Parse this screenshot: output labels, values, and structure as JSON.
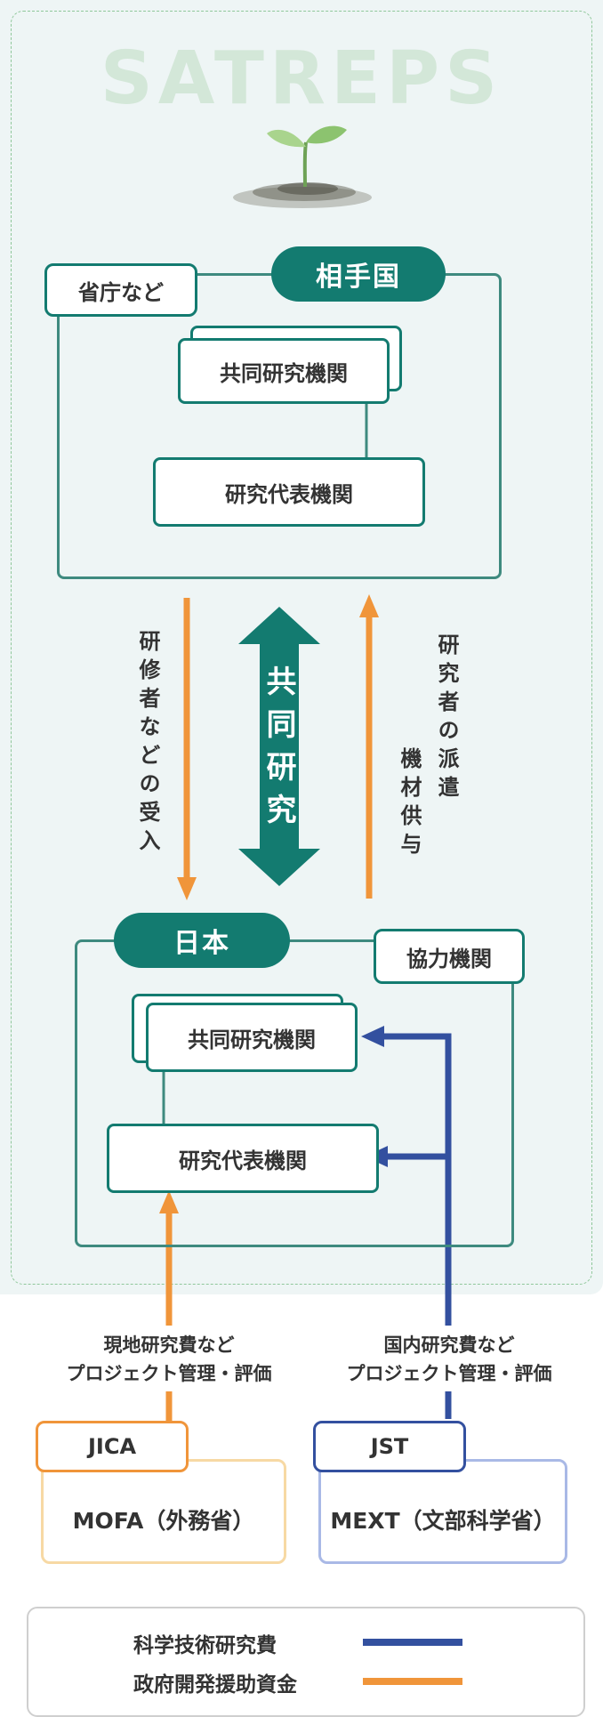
{
  "watermark": "SATREPS",
  "partner": {
    "title": "相手国",
    "ministry": "省庁など",
    "joint": "共同研究機関",
    "lead": "研究代表機関"
  },
  "japan": {
    "title": "日本",
    "cooperating": "協力機関",
    "joint": "共同研究機関",
    "lead": "研究代表機関"
  },
  "flows": {
    "down_left": "研修者などの受入",
    "center": "共同研究",
    "up_right_1": "研究者の派遣",
    "up_right_2": "機材供与"
  },
  "funding": {
    "oda_line1": "現地研究費など",
    "oda_line2": "プロジェクト管理・評価",
    "sci_line1": "国内研究費など",
    "sci_line2": "プロジェクト管理・評価"
  },
  "agencies": {
    "jica": "JICA",
    "mofa": "MOFA（外務省）",
    "jst": "JST",
    "mext": "MEXT（文部科学省）"
  },
  "legend": {
    "science": "科学技術研究費",
    "oda": "政府開発援助資金"
  },
  "colors": {
    "teal": "#137b70",
    "orange": "#f0953a",
    "blue": "#33509f",
    "panel": "#eef5f5"
  }
}
